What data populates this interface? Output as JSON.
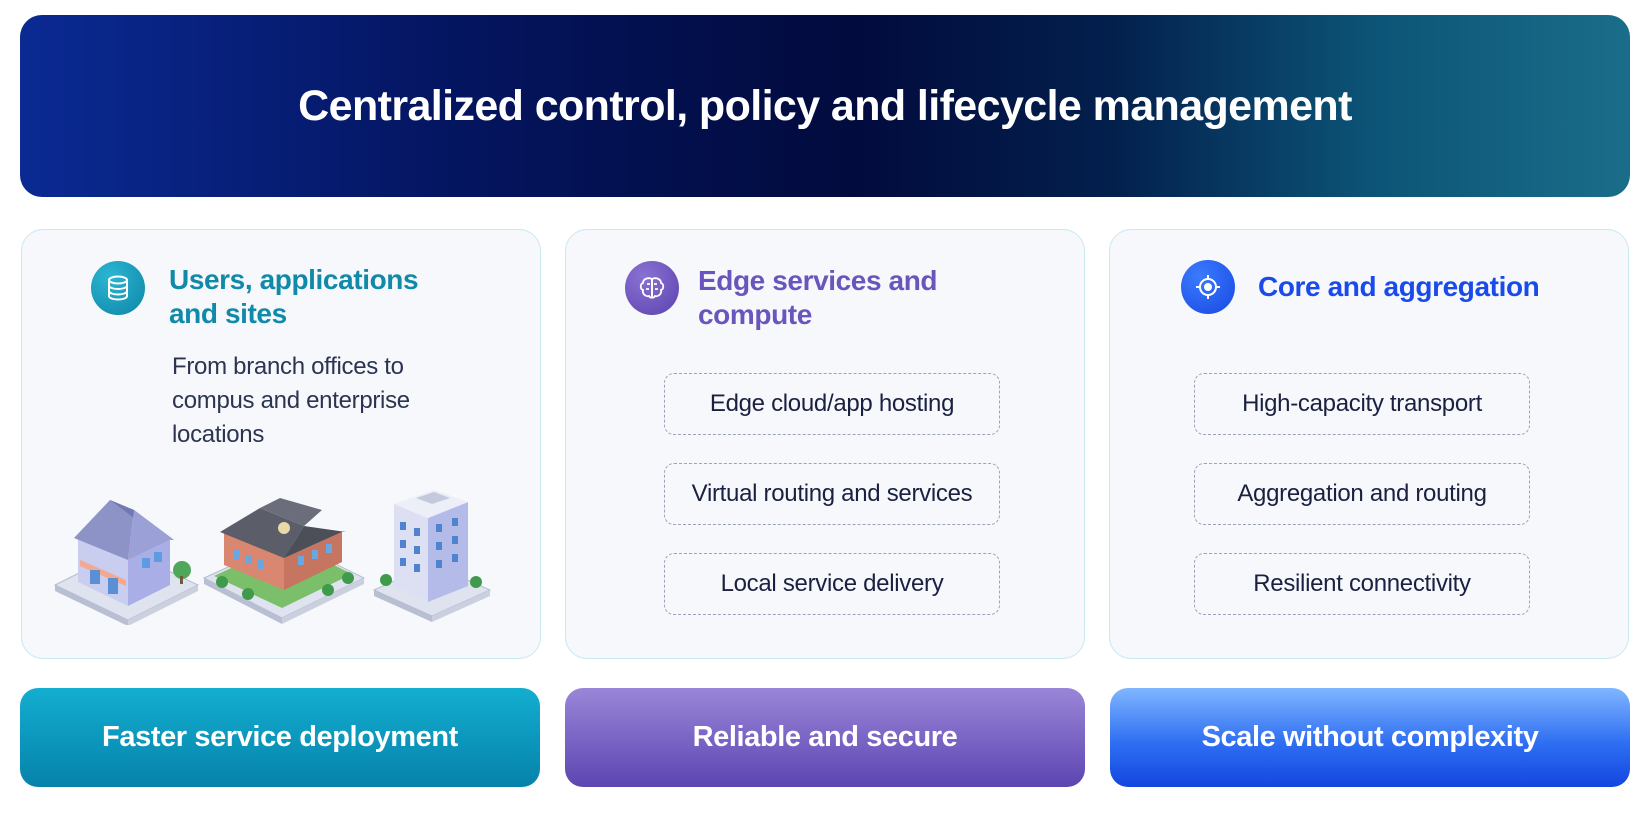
{
  "banner": {
    "title": "Centralized control, policy and lifecycle management"
  },
  "columns": [
    {
      "icon": "database-icon",
      "accent": "#118aa9",
      "title": "Users, applications and sites",
      "description": "From branch offices to compus and enterprise locations",
      "illustration": "buildings-illustration"
    },
    {
      "icon": "brain-chip-icon",
      "accent": "#6a55bd",
      "title": "Edge services and compute",
      "items": [
        "Edge cloud/app hosting",
        "Virtual routing and services",
        "Local service delivery"
      ]
    },
    {
      "icon": "target-icon",
      "accent": "#1a4bea",
      "title": "Core and aggregation",
      "items": [
        "High-capacity transport",
        "Aggregation and routing",
        "Resilient connectivity"
      ]
    }
  ],
  "footer": [
    {
      "label": "Faster service deployment",
      "color": "#0a95bd"
    },
    {
      "label": "Reliable and secure",
      "color": "#7662c4"
    },
    {
      "label": "Scale without complexity",
      "color": "#2a63f0"
    }
  ]
}
